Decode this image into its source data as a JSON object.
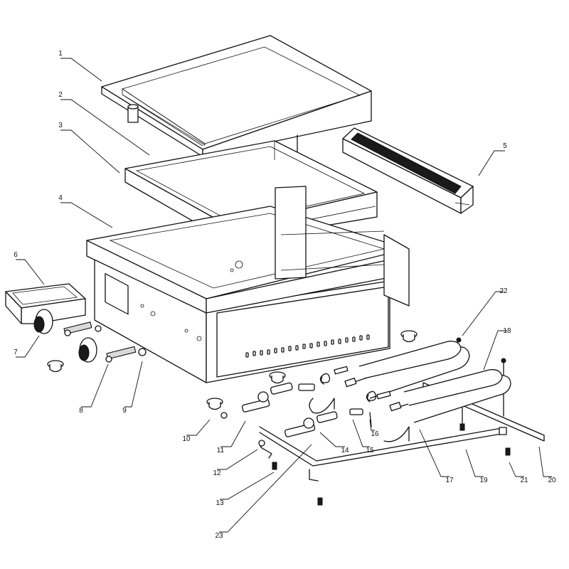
{
  "diagram": {
    "type": "exploded-parts-diagram",
    "callouts": [
      {
        "number": "1"
      },
      {
        "number": "2"
      },
      {
        "number": "3"
      },
      {
        "number": "4"
      },
      {
        "number": "5"
      },
      {
        "number": "6"
      },
      {
        "number": "7"
      },
      {
        "number": "8"
      },
      {
        "number": "9"
      },
      {
        "number": "10"
      },
      {
        "number": "11"
      },
      {
        "number": "12"
      },
      {
        "number": "13"
      },
      {
        "number": "14"
      },
      {
        "number": "15"
      },
      {
        "number": "16"
      },
      {
        "number": "17"
      },
      {
        "number": "18"
      },
      {
        "number": "19"
      },
      {
        "number": "20"
      },
      {
        "number": "21"
      },
      {
        "number": "22"
      },
      {
        "number": "23"
      }
    ]
  },
  "colors": {
    "line": "#111111",
    "background": "#ffffff",
    "shade": "#d9d9d9"
  }
}
